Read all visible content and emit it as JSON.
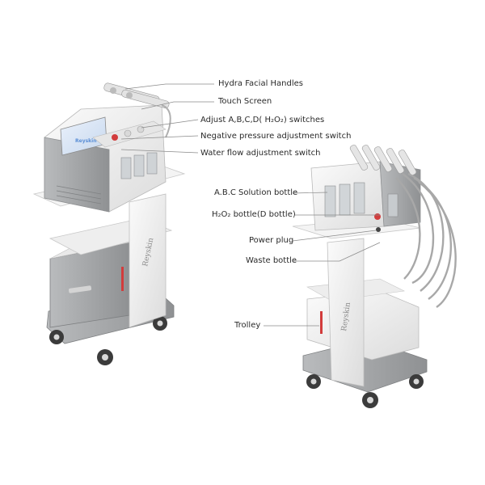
{
  "labels": {
    "hydra_handles": "Hydra Facial Handles",
    "touch_screen": "Touch Screen",
    "adjust_switches": "Adjust A,B,C,D( H₂O₂) switches",
    "negative_pressure": "Negative pressure adjustment switch",
    "water_flow": "Water flow adjustment switch",
    "abc_solution": "A.B.C Solution bottle",
    "h2o2_bottle": "H₂O₂ bottle(D bottle)",
    "power_plug": "Power plug",
    "waste_bottle": "Waste bottle",
    "trolley": "Trolley"
  },
  "brand_logo_text": "Reyskin",
  "colors": {
    "body_gray": "#a9abad",
    "shell_white": "#f1f1f1",
    "accent_red": "#d23c3c",
    "screen_blue": "#5b8fd6"
  }
}
